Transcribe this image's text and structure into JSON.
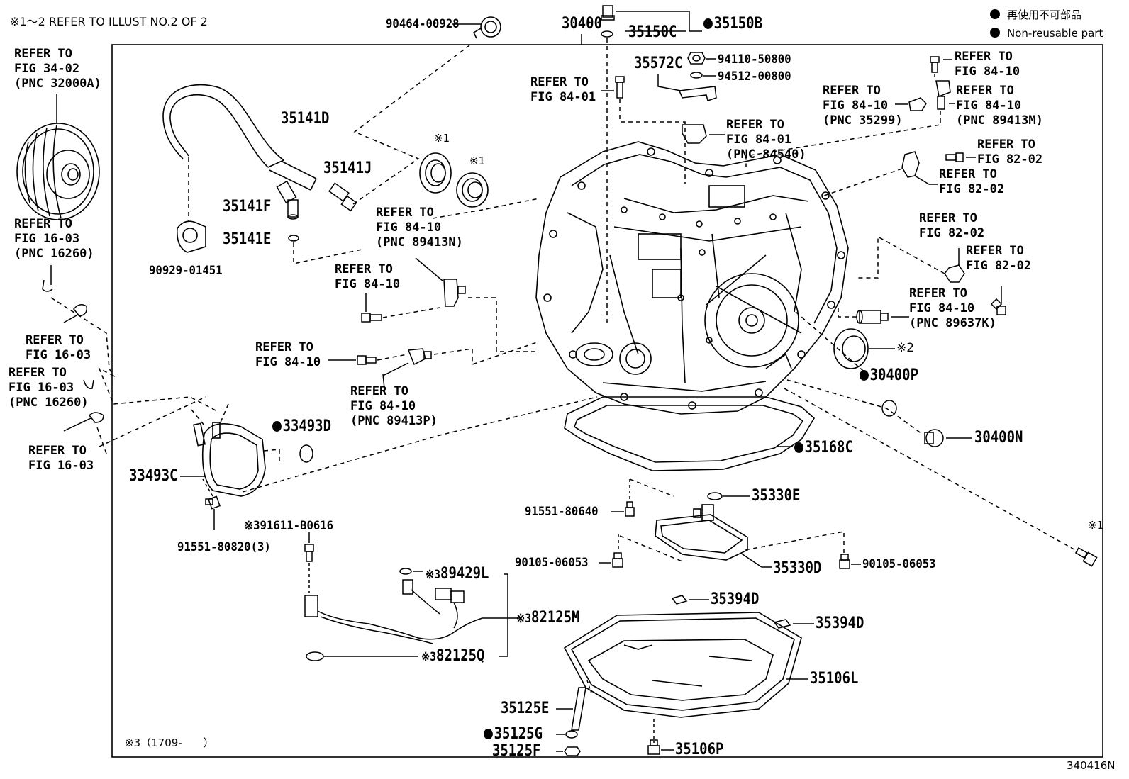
{
  "header": {
    "note": "※1～2 REFER TO ILLUST NO.2 OF 2",
    "legend_jp": "再使用不可部品",
    "legend_en": "Non-reusable part"
  },
  "footer": {
    "note": "※3（1709-　　）",
    "illustration_id": "340416N"
  },
  "parts": {
    "p90464_00928": "90464-00928",
    "p30400": "30400",
    "p35150C": "35150C",
    "p35150B": "35150B",
    "p35572C": "35572C",
    "p94110_50800": "94110-50800",
    "p94512_00800": "94512-00800",
    "p35141D": "35141D",
    "p35141J": "35141J",
    "p35141F": "35141F",
    "p35141E": "35141E",
    "p90929_01451": "90929-01451",
    "p33493D": "33493D",
    "p33493C": "33493C",
    "p91551_80820": "91551-80820(3)",
    "p91611_B0616": "91611-B0616",
    "p89429L": "89429L",
    "p82125M": "82125M",
    "p82125Q": "82125Q",
    "p35168C": "35168C",
    "p35330E": "35330E",
    "p91551_80640": "91551-80640",
    "p90105_06053a": "90105-06053",
    "p90105_06053b": "90105-06053",
    "p35330D": "35330D",
    "p35394Da": "35394D",
    "p35394Db": "35394D",
    "p35106L": "35106L",
    "p35125E": "35125E",
    "p35125G": "35125G",
    "p35125F": "35125F",
    "p35106P": "35106P",
    "p30400P": "30400P",
    "p30400N": "30400N",
    "mark_1a": "※1",
    "mark_1b": "※1",
    "mark_1c": "※1",
    "mark_2": "※2",
    "mark_3a": "※3",
    "mark_3b": "※3",
    "mark_3c": "※3",
    "mark_3d": "※3"
  },
  "refs": {
    "r_fig34_02": "REFER TO\nFIG 34-02\n(PNC 32000A)",
    "r_fig16_03_a": "REFER TO\nFIG 16-03\n(PNC 16260)",
    "r_fig16_03_b": "REFER TO\nFIG 16-03",
    "r_fig16_03_c": "REFER TO\nFIG 16-03\n(PNC 16260)",
    "r_fig16_03_d": "REFER TO\nFIG 16-03",
    "r_fig84_01_a": "REFER TO\nFIG 84-01",
    "r_fig84_01_b": "REFER TO\nFIG 84-01\n(PNC 84540)",
    "r_fig84_10_89413N": "REFER TO\nFIG 84-10\n(PNC 89413N)",
    "r_fig84_10_a": "REFER TO\nFIG 84-10",
    "r_fig84_10_b": "REFER TO\nFIG 84-10",
    "r_fig84_10_89413P": "REFER TO\nFIG 84-10\n(PNC 89413P)",
    "r_fig84_10_top": "REFER TO\nFIG 84-10",
    "r_fig84_10_35299": "REFER TO\nFIG 84-10\n(PNC 35299)",
    "r_fig84_10_89413M": "REFER TO\nFIG 84-10\n(PNC 89413M)",
    "r_fig82_02_a": "REFER TO\nFIG 82-02",
    "r_fig82_02_b": "REFER TO\nFIG 82-02",
    "r_fig82_02_c": "REFER TO\nFIG 82-02",
    "r_fig82_02_d": "REFER TO\nFIG 82-02",
    "r_fig84_10_89637K": "REFER TO\nFIG 84-10\n(PNC 89637K)"
  }
}
